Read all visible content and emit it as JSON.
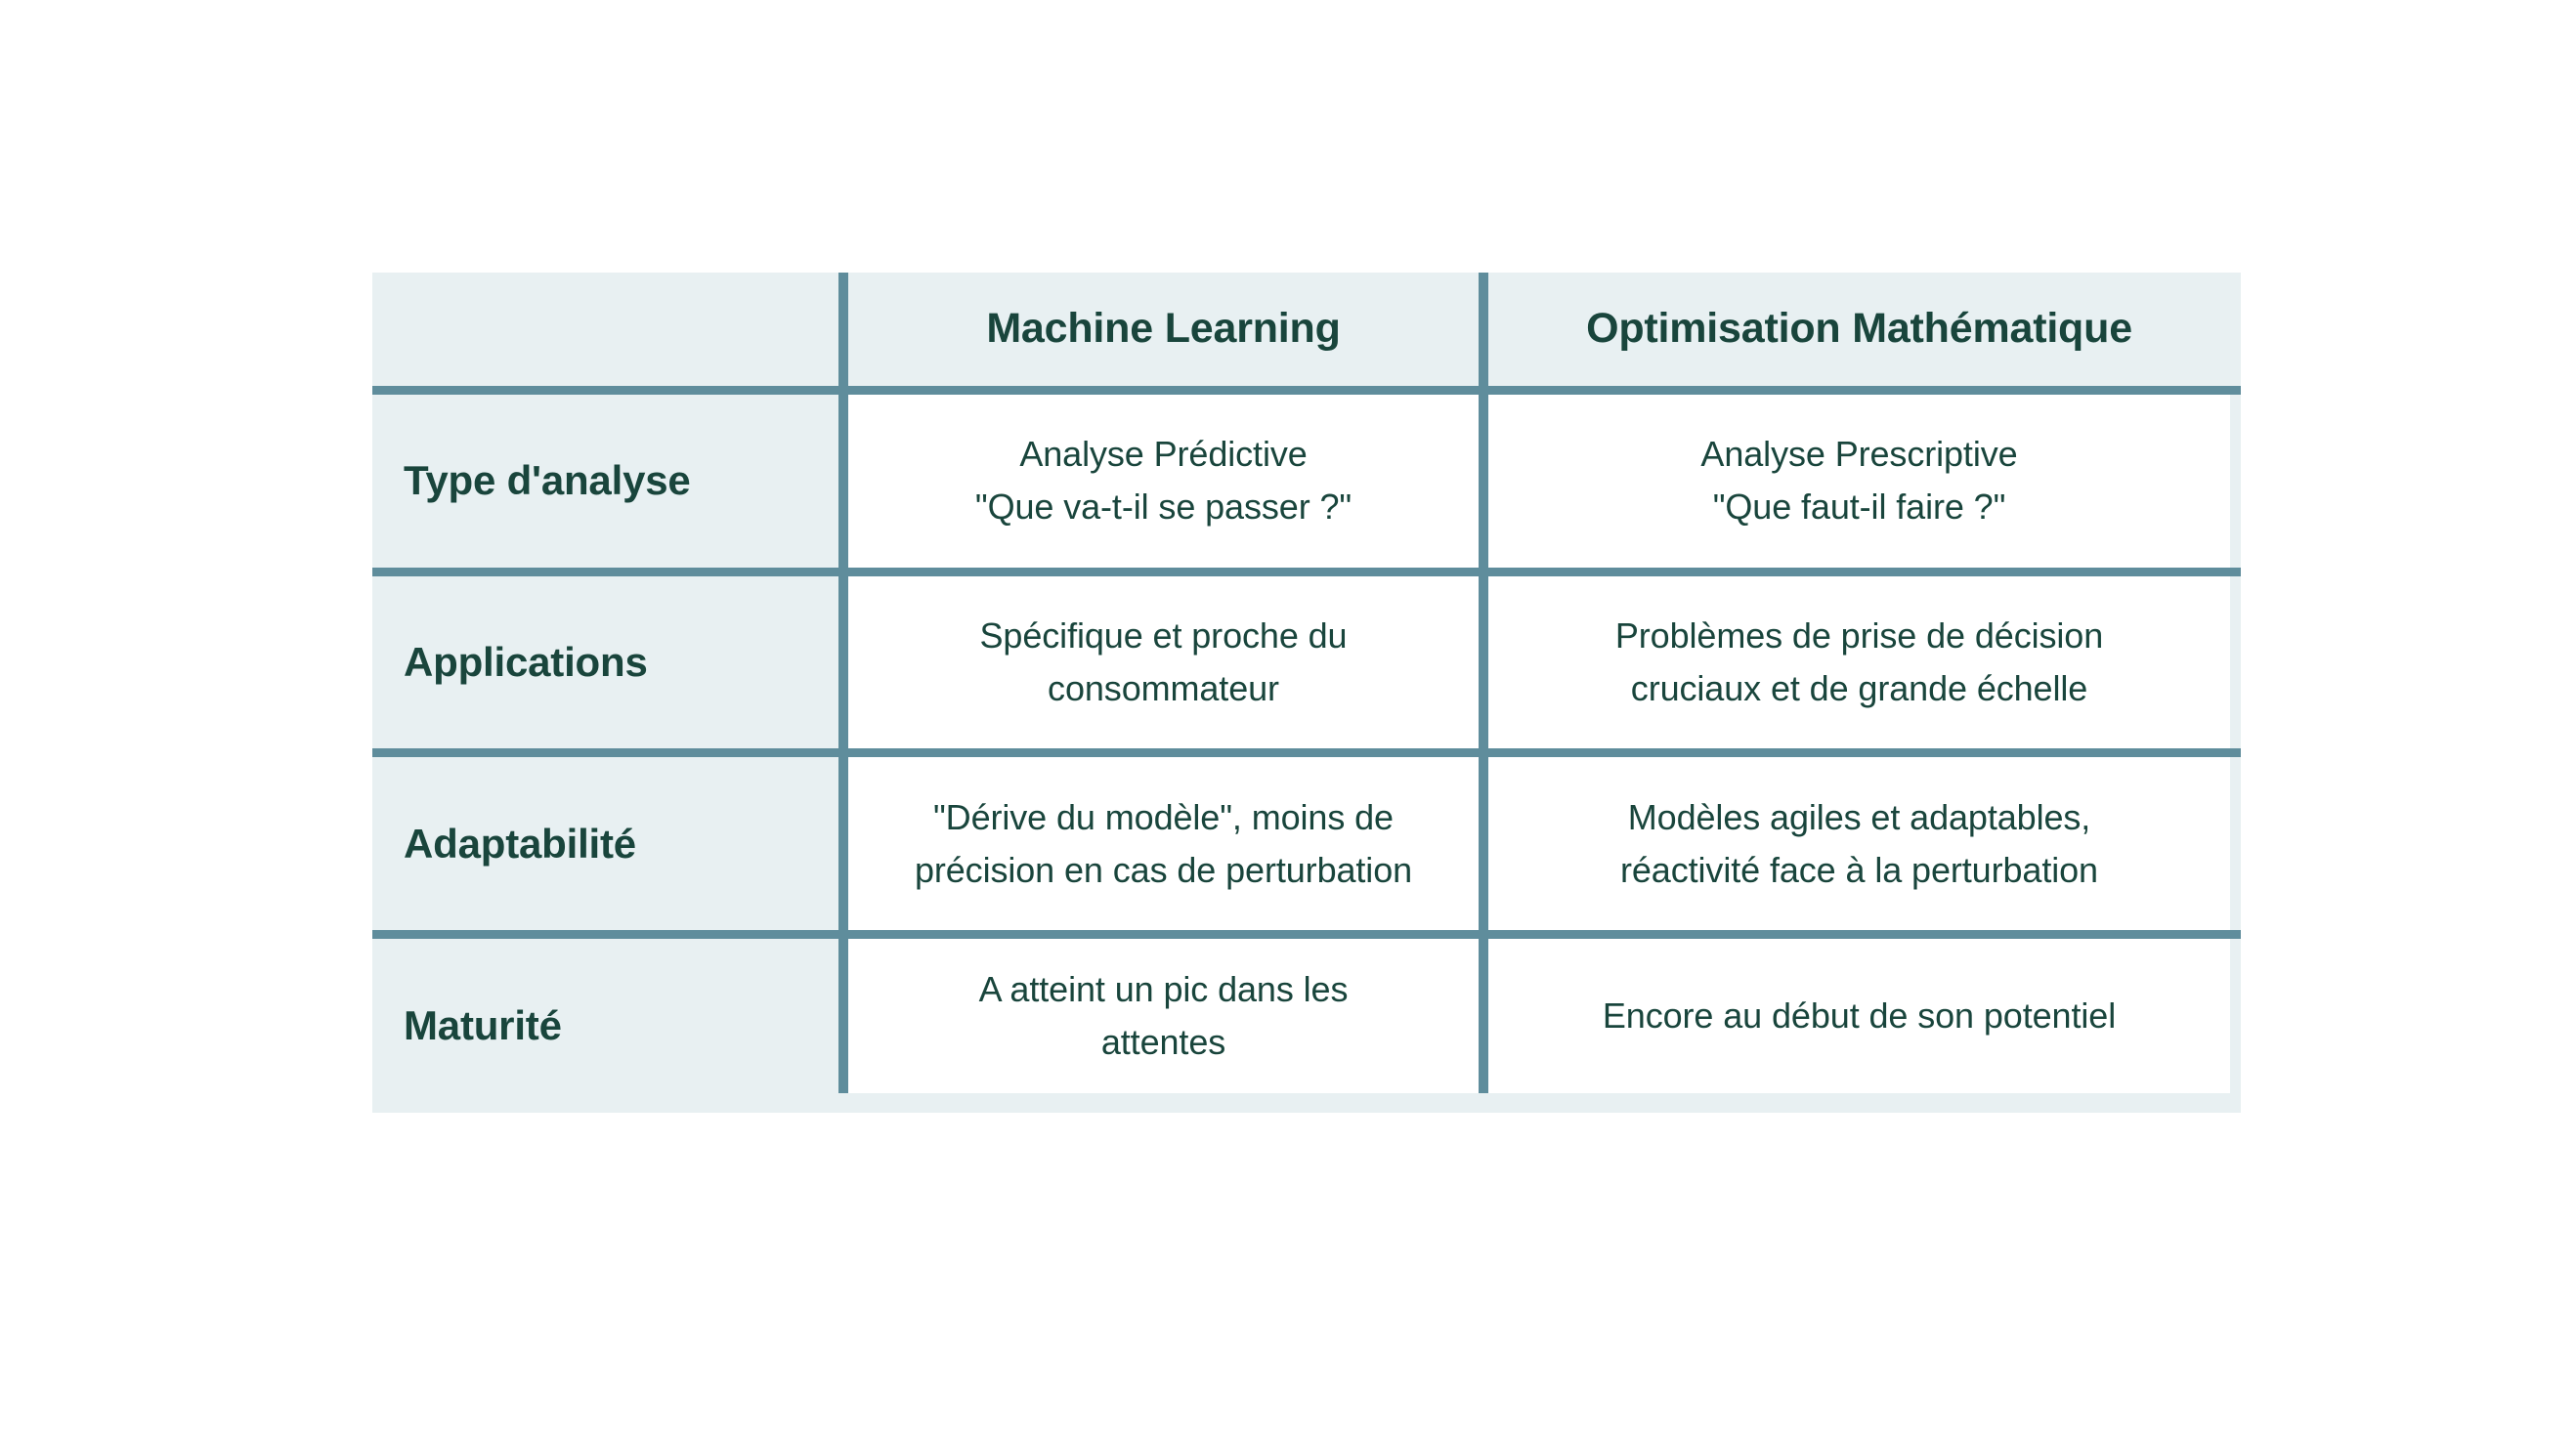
{
  "table": {
    "columns": [
      {
        "key": "criterion",
        "header": ""
      },
      {
        "key": "ml",
        "header": "Machine Learning"
      },
      {
        "key": "opt",
        "header": "Optimisation Mathématique"
      }
    ],
    "rows": [
      {
        "label": "Type d'analyse",
        "ml": {
          "line1": "Analyse Prédictive",
          "line2": "\"Que va-t-il se passer ?\""
        },
        "opt": {
          "line1": "Analyse Prescriptive",
          "line2": "\"Que faut-il faire ?\""
        }
      },
      {
        "label": "Applications",
        "ml": {
          "line1": "Spécifique et proche du",
          "line2": "consommateur"
        },
        "opt": {
          "line1": "Problèmes de prise de décision",
          "line2": "cruciaux et de grande échelle"
        }
      },
      {
        "label": "Adaptabilité",
        "ml": {
          "line1": "\"Dérive du modèle\", moins de",
          "line2": "précision en cas de perturbation"
        },
        "opt": {
          "line1": "Modèles agiles et adaptables,",
          "line2": "réactivité face à la perturbation"
        }
      },
      {
        "label": "Maturité",
        "ml": {
          "line1": "A atteint un pic dans les",
          "line2": "attentes"
        },
        "opt": {
          "line1": "Encore au début de son potentiel",
          "line2": ""
        }
      }
    ]
  },
  "colors": {
    "page_background": "#ffffff",
    "cell_tint": "#e8f0f2",
    "divider": "#5f8d9c",
    "text": "#19453c",
    "cell_white": "#ffffff"
  }
}
